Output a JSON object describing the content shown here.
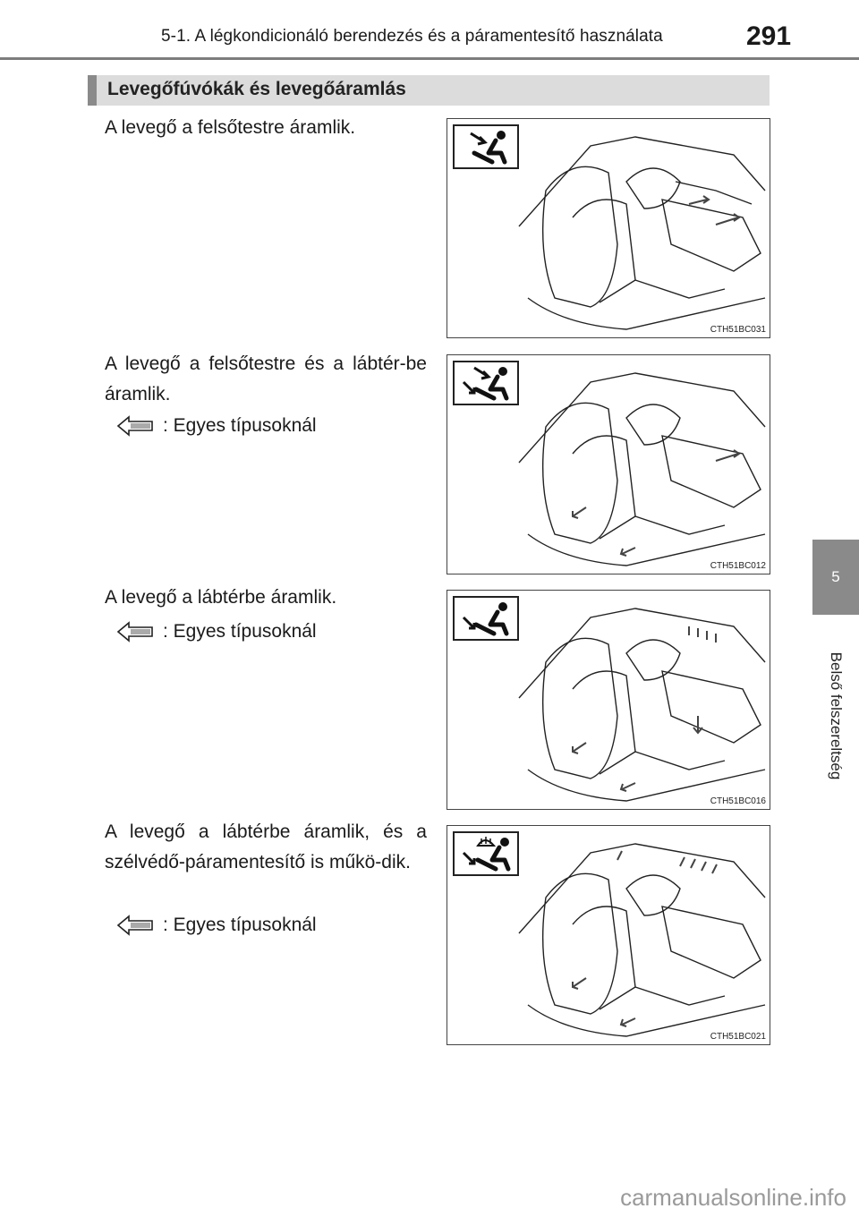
{
  "header": {
    "title": "5-1. A légkondicionáló berendezés és a páramentesítő használata",
    "page_number": "291"
  },
  "side_tab": {
    "number": "5",
    "label": "Belső felszereltség"
  },
  "section": {
    "title": "Levegőfúvókák és levegőáramlás"
  },
  "items": [
    {
      "text": "A levegő a felsőtestre áramlik.",
      "note": "",
      "figure_code": "CTH51BC031",
      "icon": "face-vent-icon"
    },
    {
      "text": "A levegő a felsőtestre és a lábtér-be áramlik.",
      "note": ": Egyes típusoknál",
      "figure_code": "CTH51BC012",
      "icon": "bi-level-vent-icon"
    },
    {
      "text": "A levegő a lábtérbe áramlik.",
      "note": ": Egyes típusoknál",
      "figure_code": "CTH51BC016",
      "icon": "foot-vent-icon"
    },
    {
      "text": "A levegő a lábtérbe áramlik, és a szélvédő-páramentesítő is műkö-dik.",
      "note": ": Egyes típusoknál",
      "figure_code": "CTH51BC021",
      "icon": "foot-defrost-vent-icon"
    }
  ],
  "watermark": "carmanualsonline.info"
}
